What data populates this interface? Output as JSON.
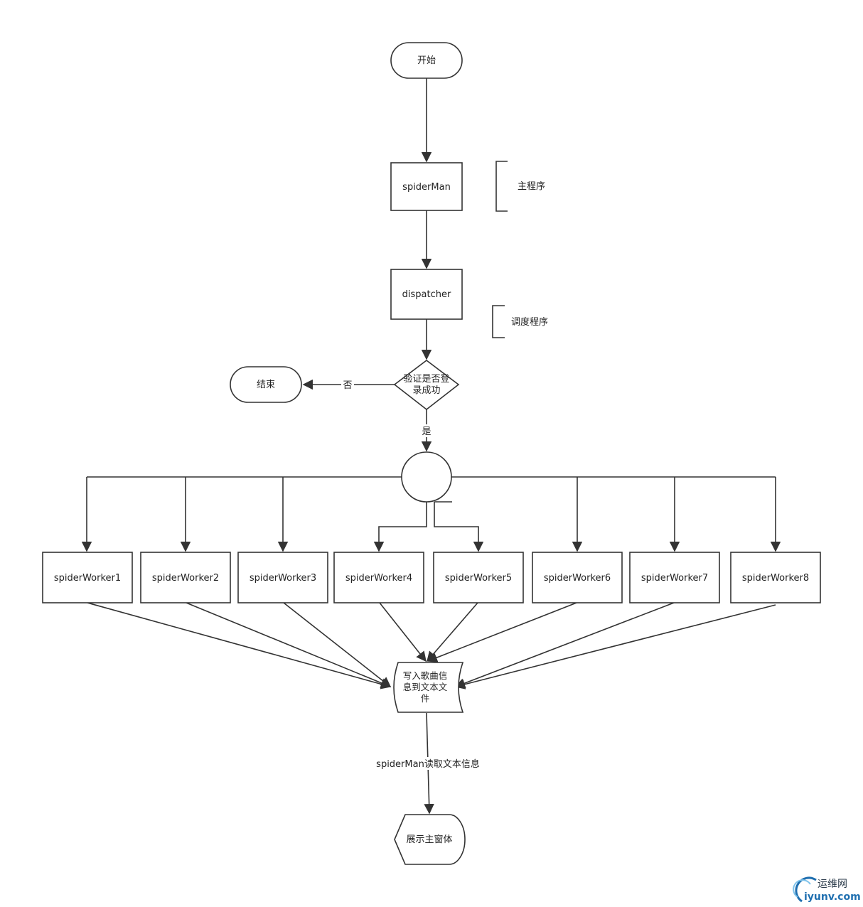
{
  "nodes": {
    "start": "开始",
    "spiderman": "spiderMan",
    "dispatcher": "dispatcher",
    "decision_line1": "验证是否登",
    "decision_line2": "录成功",
    "end": "结束",
    "workers": [
      "spiderWorker1",
      "spiderWorker2",
      "spiderWorker3",
      "spiderWorker4",
      "spiderWorker5",
      "spiderWorker6",
      "spiderWorker7",
      "spiderWorker8"
    ],
    "file_line1": "写入歌曲信",
    "file_line2": "息到文本文",
    "file_line3": "件",
    "display": "展示主窗体"
  },
  "annotations": {
    "main_program": "主程序",
    "dispatch_program": "调度程序"
  },
  "edge_labels": {
    "no": "否",
    "yes": "是",
    "read_text": "spiderMan读取文本信息"
  },
  "watermark": {
    "cn": "运维网",
    "en": "iyunv.com"
  },
  "colors": {
    "stroke": "#333333",
    "watermark_blue": "#1f6fb0"
  }
}
